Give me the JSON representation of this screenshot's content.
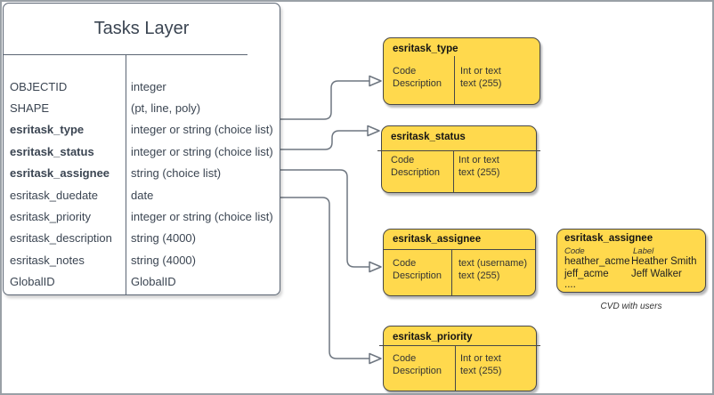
{
  "colors": {
    "domain_box_fill": "#FFD94D",
    "domain_box_border": "#474747",
    "table_border": "#5B6573",
    "connector": "#6E7680",
    "text": "#3B4552"
  },
  "main_table": {
    "title": "Tasks Layer",
    "rows": [
      {
        "field": "OBJECTID",
        "type": "integer"
      },
      {
        "field": "SHAPE",
        "type": "(pt, line, poly)"
      },
      {
        "field": "esritask_type",
        "type": "integer or string (choice list)"
      },
      {
        "field": "esritask_status",
        "type": "integer or string (choice list)"
      },
      {
        "field": "esritask_assignee",
        "type": "string (choice list)"
      },
      {
        "field": "esritask_duedate",
        "type": "date"
      },
      {
        "field": "esritask_priority",
        "type": "integer or string (choice list)"
      },
      {
        "field": "esritask_description",
        "type": "string (4000)"
      },
      {
        "field": "esritask_notes",
        "type": "string (4000)"
      },
      {
        "field": "GlobalID",
        "type": "GlobalID"
      }
    ]
  },
  "domain_boxes": [
    {
      "title": "esritask_type",
      "left1": "Code",
      "left2": "Description",
      "right1": "Int or text",
      "right2": "text (255)"
    },
    {
      "title": "esritask_status",
      "left1": "Code",
      "left2": "Description",
      "right1": "Int or text",
      "right2": "text (255)"
    },
    {
      "title": "esritask_assignee",
      "left1": "Code",
      "left2": "Description",
      "right1": "text (username)",
      "right2": "text (255)"
    },
    {
      "title": "esritask_priority",
      "left1": "Code",
      "left2": "Description",
      "right1": "Int or text",
      "right2": "text (255)"
    }
  ],
  "cvd_box": {
    "title": "esritask_assignee",
    "code_header": "Code",
    "label_header": "Label",
    "rows": [
      {
        "code": "heather_acme",
        "label": "Heather Smith"
      },
      {
        "code": "jeff_acme",
        "label": "Jeff Walker"
      }
    ],
    "ellipsis": "....",
    "caption": "CVD with users"
  }
}
